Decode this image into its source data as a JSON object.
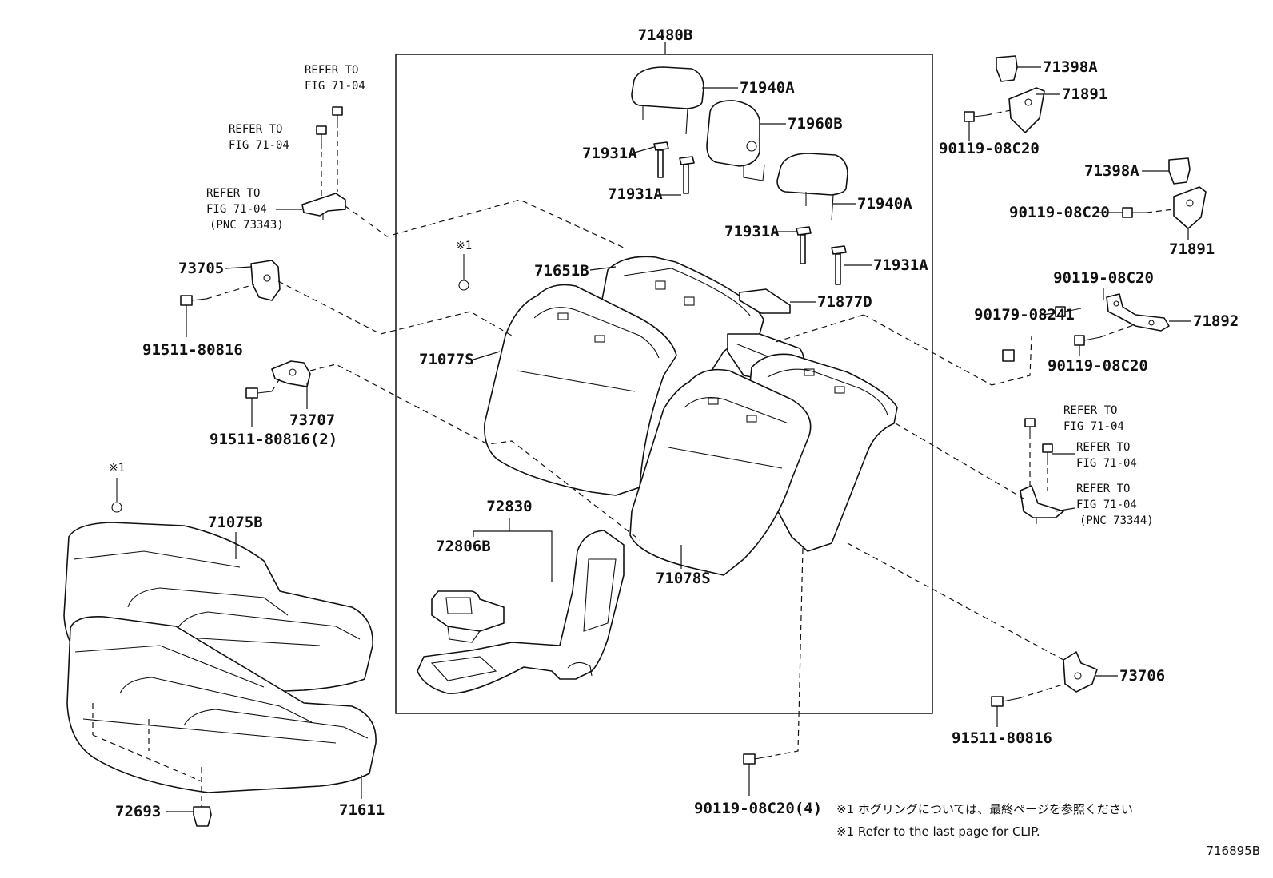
{
  "parts": {
    "p71480B": "71480B",
    "p71940A_1": "71940A",
    "p71960B": "71960B",
    "p71931A_1": "71931A",
    "p71931A_2": "71931A",
    "p71940A_2": "71940A",
    "p71931A_3": "71931A",
    "p71931A_4": "71931A",
    "p71651B": "71651B",
    "p71877D": "71877D",
    "p71077S": "71077S",
    "p71078S": "71078S",
    "p72830": "72830",
    "p72806B": "72806B",
    "p71075B": "71075B",
    "p71611": "71611",
    "p72693": "72693",
    "p73705": "73705",
    "p91511_80816_a": "91511-80816",
    "p73707": "73707",
    "p91511_80816_2": "91511-80816(2)",
    "p71398A_1": "71398A",
    "p71891_1": "71891",
    "p90119_08C20_a": "90119-08C20",
    "p71398A_2": "71398A",
    "p90119_08C20_b": "90119-08C20",
    "p71891_2": "71891",
    "p90119_08C20_c": "90119-08C20",
    "p90179_08241": "90179-08241",
    "p71892": "71892",
    "p90119_08C20_d": "90119-08C20",
    "p73706": "73706",
    "p91511_80816_b": "91511-80816",
    "p90119_08C20_4": "90119-08C20(4)"
  },
  "refs": {
    "refer_to": "REFER TO",
    "fig": "FIG 71-04",
    "pnc_left": "(PNC 73343)",
    "pnc_right": "(PNC 73344)"
  },
  "marks": {
    "clip_mark": "※1"
  },
  "notes": {
    "jp": "※1 ホグリングについては、最終ページを参照ください",
    "en": "※1 Refer to the last page for CLIP."
  },
  "figure_id": "716895B"
}
